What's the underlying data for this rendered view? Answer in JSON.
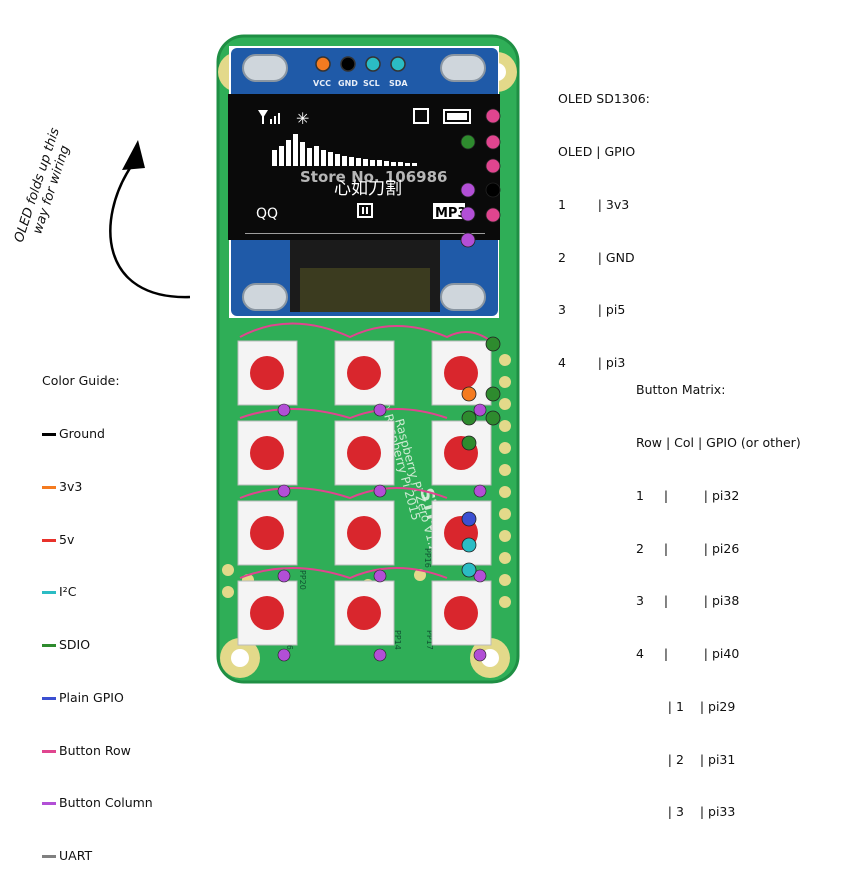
{
  "oled_table": {
    "title": "OLED SD1306:",
    "header": "OLED | GPIO",
    "rows": [
      "1        | 3v3",
      "2        | GND",
      "3        | pi5",
      "4        | pi3"
    ]
  },
  "oled_header_pins": [
    "VCC",
    "GND",
    "SCL",
    "SDA"
  ],
  "oled_screen": {
    "watermark": "Store No. 106986",
    "center_text": "心如刀割",
    "left_text": "QQ",
    "right_text": "MP3"
  },
  "oled_note": "OLED folds up this way for wiring",
  "button_matrix": {
    "title": "Button Matrix:",
    "header": "Row | Col | GPIO (or other)",
    "rows": [
      "1     |         | pi32",
      "2     |         | pi26",
      "3     |         | pi38",
      "4     |         | pi40",
      "        | 1    | pi29",
      "        | 2    | pi31",
      "        | 3    | pi33"
    ]
  },
  "color_guide": {
    "title": "Color Guide:",
    "items": [
      {
        "label": "Ground",
        "color": "#000000"
      },
      {
        "label": "3v3",
        "color": "#f47b20"
      },
      {
        "label": "5v",
        "color": "#e8322b"
      },
      {
        "label": "I²C",
        "color": "#2bbcc4"
      },
      {
        "label": "SDIO",
        "color": "#2e8b2e"
      },
      {
        "label": "Plain GPIO",
        "color": "#3b4fd1"
      },
      {
        "label": "Button Row",
        "color": "#e0458f"
      },
      {
        "label": "Button Column",
        "color": "#b24fd6"
      },
      {
        "label": "UART",
        "color": "#808080"
      }
    ]
  },
  "board_silkscreen": {
    "lines": [
      "Raspberry Pi Zero V1.2",
      "© Raspberry Pi 2015",
      "STM-5"
    ],
    "pad_labels": [
      "PP20",
      "PP36",
      "PP14",
      "PP17",
      "PP16"
    ]
  },
  "colors": {
    "pcb": "#2fae57",
    "pcb_dark": "#1f8f44",
    "oled_module": "#1f5aa8",
    "button_cap": "#d9262d",
    "mount_pad": "#e3d98a"
  }
}
